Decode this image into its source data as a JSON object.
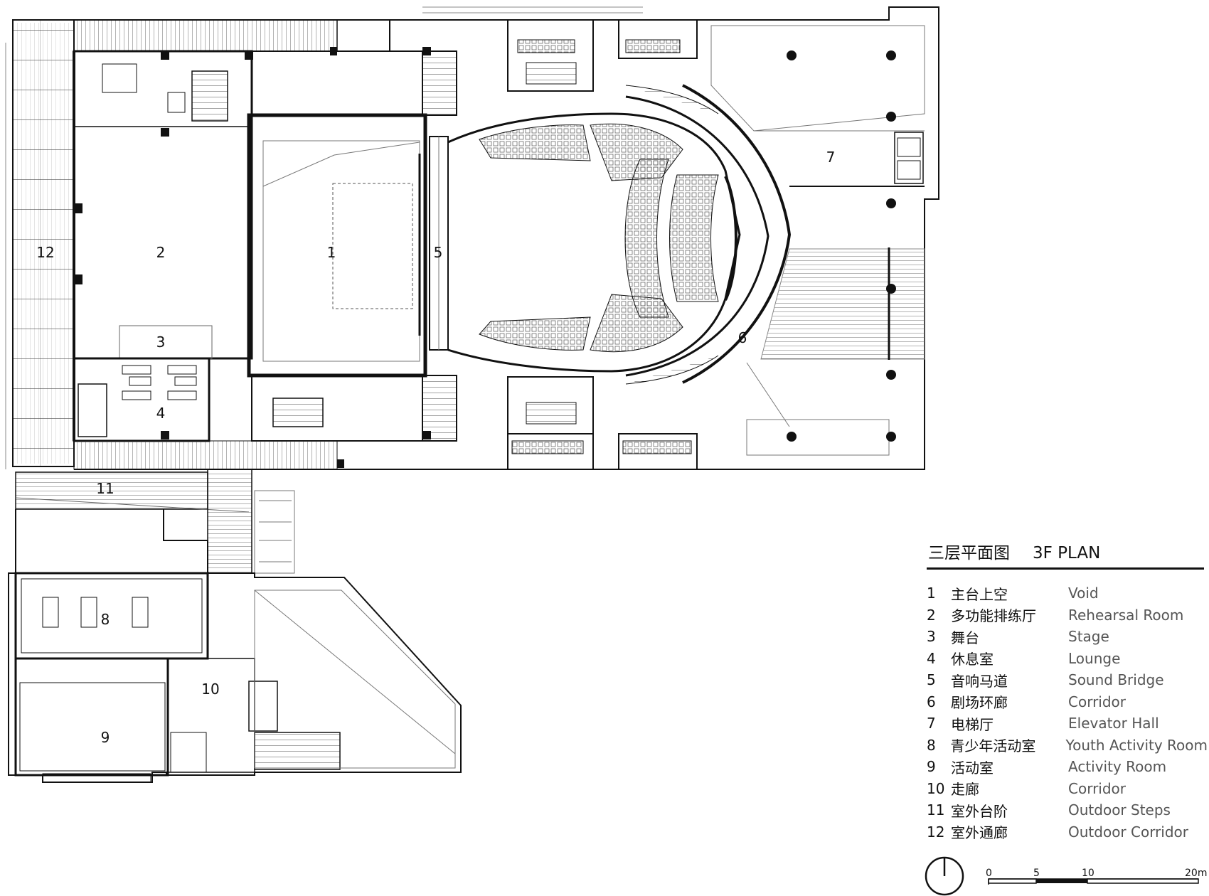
{
  "plan": {
    "room_labels": {
      "r1": "1",
      "r2": "2",
      "r3": "3",
      "r4": "4",
      "r5": "5",
      "r6": "6",
      "r7": "7",
      "r8": "8",
      "r9": "9",
      "r10": "10",
      "r11": "11",
      "r12": "12"
    }
  },
  "legend": {
    "title_cn": "三层平面图",
    "title_en": "3F PLAN",
    "items": [
      {
        "no": "1",
        "cn": "主台上空",
        "en": "Void"
      },
      {
        "no": "2",
        "cn": "多功能排练厅",
        "en": "Rehearsal Room"
      },
      {
        "no": "3",
        "cn": "舞台",
        "en": "Stage"
      },
      {
        "no": "4",
        "cn": "休息室",
        "en": "Lounge"
      },
      {
        "no": "5",
        "cn": "音响马道",
        "en": "Sound Bridge"
      },
      {
        "no": "6",
        "cn": "剧场环廊",
        "en": "Corridor"
      },
      {
        "no": "7",
        "cn": "电梯厅",
        "en": "Elevator Hall"
      },
      {
        "no": "8",
        "cn": "青少年活动室",
        "en": "Youth Activity Room"
      },
      {
        "no": "9",
        "cn": "活动室",
        "en": "Activity Room"
      },
      {
        "no": "10",
        "cn": "走廊",
        "en": "Corridor"
      },
      {
        "no": "11",
        "cn": "室外台阶",
        "en": "Outdoor Steps"
      },
      {
        "no": "12",
        "cn": "室外通廊",
        "en": "Outdoor Corridor"
      }
    ]
  },
  "scale_bar": {
    "ticks": [
      "0",
      "5",
      "10",
      "20m"
    ]
  }
}
